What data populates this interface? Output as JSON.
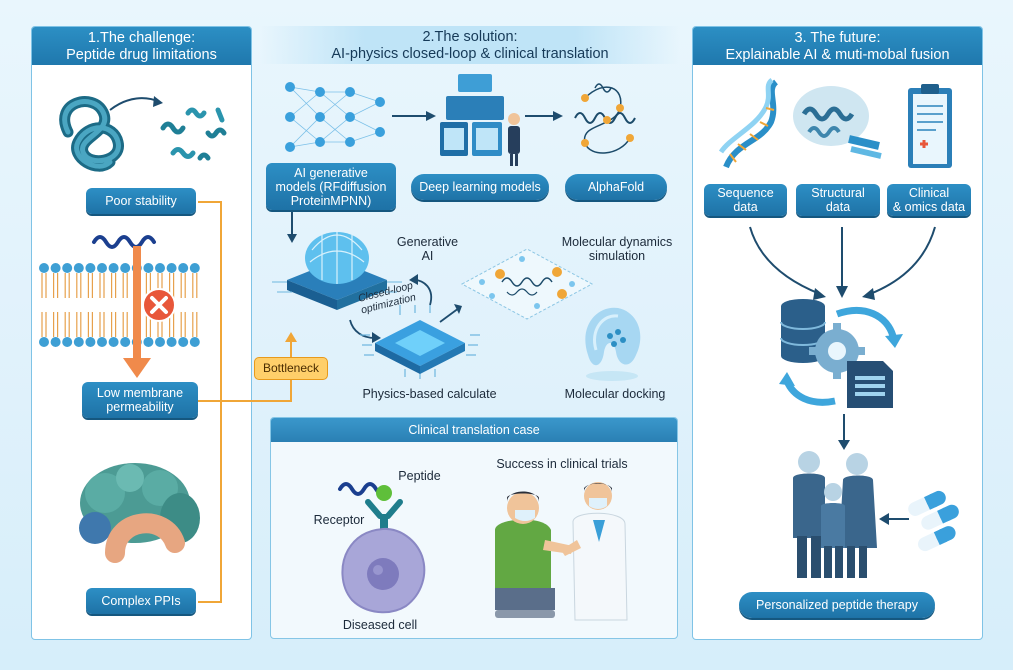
{
  "panels": {
    "challenge": {
      "title_line1": "1.The challenge:",
      "title_line2": "Peptide drug limitations"
    },
    "solution": {
      "title_line1": "2.The solution:",
      "title_line2": "AI-physics closed-loop & clinical translation"
    },
    "future": {
      "title_line1": "3. The future:",
      "title_line2": "Explainable AI & muti-mobal fusion"
    }
  },
  "challenge_tags": {
    "poor_stability": "Poor stability",
    "low_perm_line1": "Low membrane",
    "low_perm_line2": "permeability",
    "complex_ppis": "Complex PPIs"
  },
  "bottleneck": "Bottleneck",
  "solution_tags": {
    "ai_gen_line1": "AI generative",
    "ai_gen_line2": "models (RFdiffusion",
    "ai_gen_line3": "ProteinMPNN)",
    "deep_learning": "Deep learning models",
    "alphafold": "AlphaFold"
  },
  "solution_labels": {
    "generative_line1": "Generative",
    "generative_line2": "AI",
    "md_line1": "Molecular dynamics",
    "md_line2": "simulation",
    "closed_loop_line1": "Closed-loop",
    "closed_loop_line2": "optimization",
    "physics": "Physics-based calculate",
    "docking": "Molecular docking"
  },
  "case": {
    "title": "Clinical translation case",
    "peptide": "Peptide",
    "receptor": "Receptor",
    "diseased_cell": "Diseased cell",
    "success": "Success in clinical trials"
  },
  "future_tags": {
    "sequence_line1": "Sequence",
    "sequence_line2": "data",
    "structural_line1": "Structural",
    "structural_line2": "data",
    "clinical_line1": "Clinical",
    "clinical_line2": "& omics data",
    "personalized": "Personalized peptide therapy"
  },
  "colors": {
    "primary": "#1f78ad",
    "accent_orange": "#f0a637",
    "warning_red": "#e8573a",
    "panel_border": "#7fc3e6"
  }
}
